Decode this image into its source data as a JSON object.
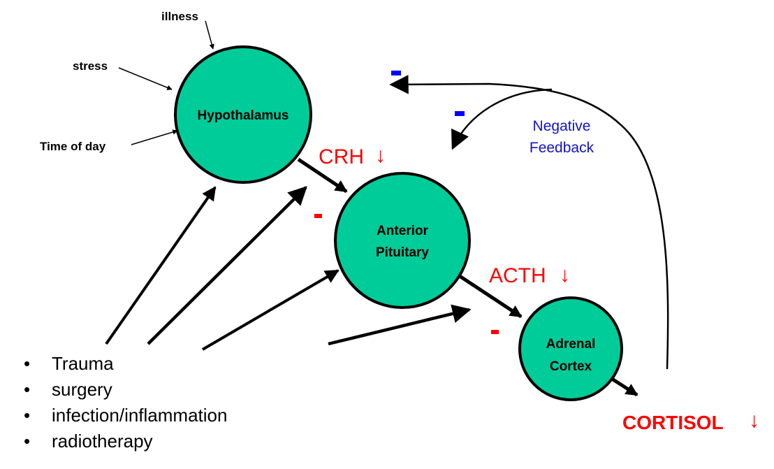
{
  "diagram": {
    "type": "hpa-axis-feedback",
    "colors": {
      "node_fill": "#00cc99",
      "node_stroke": "#000000",
      "hormone_text": "#ff0000",
      "feedback_text": "#1010d0",
      "feedback_minus": "#0000ff",
      "inhibition_minus": "#ff0000"
    },
    "nodes": {
      "hypothalamus": {
        "label": "Hypothalamus"
      },
      "pituitary": {
        "line1": "Anterior",
        "line2": "Pituitary"
      },
      "adrenal": {
        "line1": "Adrenal",
        "line2": "Cortex"
      }
    },
    "inputs": {
      "illness": "illness",
      "stress": "stress",
      "time_of_day": "Time of day"
    },
    "hormones": {
      "crh": "CRH",
      "acth": "ACTH",
      "cortisol": "CORTISOL",
      "down_arrow": "↓"
    },
    "feedback": {
      "line1": "Negative",
      "line2": "Feedback",
      "minus_sign": "-"
    },
    "inhibition_sign": "-",
    "bullet_char": "•",
    "stressors": [
      "Trauma",
      "surgery",
      "infection/inflammation",
      "radiotherapy"
    ]
  }
}
